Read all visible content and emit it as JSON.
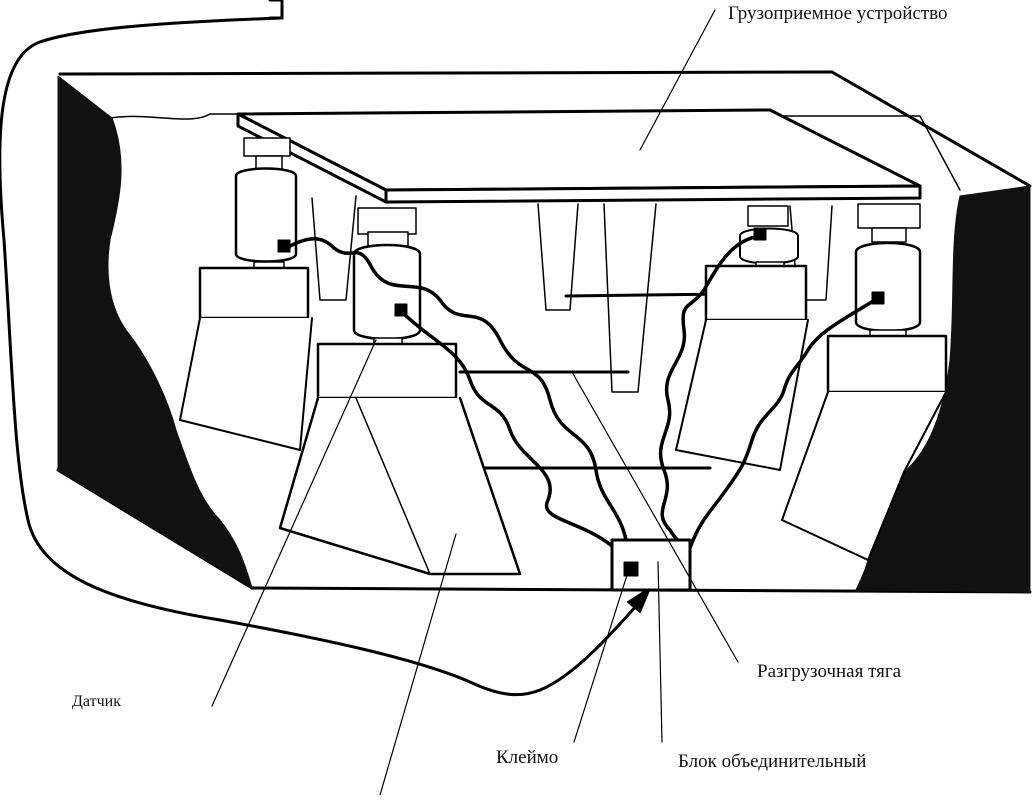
{
  "labels": {
    "load_receiver": "Грузоприемное устройство",
    "unloading_rod": "Разгрузочная тяга",
    "sensor": "Датчик",
    "seal": "Клеймо",
    "junction_block": "Блок объединительный"
  }
}
